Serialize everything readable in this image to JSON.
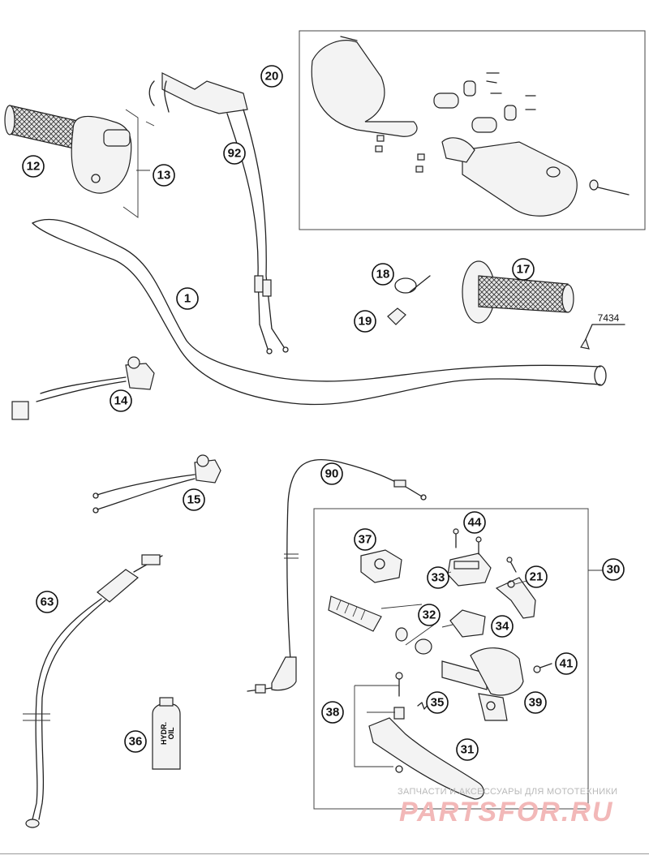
{
  "callouts": [
    {
      "id": "c1",
      "label": "1"
    },
    {
      "id": "c12",
      "label": "12"
    },
    {
      "id": "c13",
      "label": "13"
    },
    {
      "id": "c14",
      "label": "14"
    },
    {
      "id": "c15",
      "label": "15"
    },
    {
      "id": "c17",
      "label": "17"
    },
    {
      "id": "c18",
      "label": "18"
    },
    {
      "id": "c19",
      "label": "19"
    },
    {
      "id": "c20",
      "label": "20"
    },
    {
      "id": "c21",
      "label": "21"
    },
    {
      "id": "c30",
      "label": "30"
    },
    {
      "id": "c31",
      "label": "31"
    },
    {
      "id": "c32",
      "label": "32"
    },
    {
      "id": "c33",
      "label": "33"
    },
    {
      "id": "c34",
      "label": "34"
    },
    {
      "id": "c35",
      "label": "35"
    },
    {
      "id": "c36",
      "label": "36"
    },
    {
      "id": "c37",
      "label": "37"
    },
    {
      "id": "c38",
      "label": "38"
    },
    {
      "id": "c39",
      "label": "39"
    },
    {
      "id": "c41",
      "label": "41"
    },
    {
      "id": "c44",
      "label": "44"
    },
    {
      "id": "c63",
      "label": "63"
    },
    {
      "id": "c90",
      "label": "90"
    },
    {
      "id": "c92",
      "label": "92"
    }
  ],
  "part_code": "7434",
  "oil_bottle_label_line1": "HYDR.",
  "oil_bottle_label_line2": "OIL",
  "watermark": {
    "subtitle": "ЗАПЧАСТИ И АКСЕССУАРЫ ДЛЯ МОТОТЕХНИКИ",
    "brand": "PARTSFOR.RU"
  }
}
